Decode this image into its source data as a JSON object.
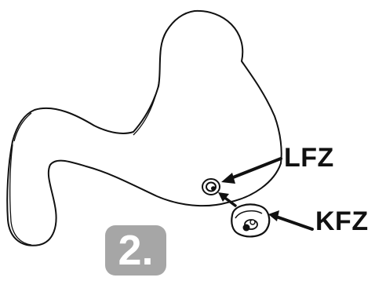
{
  "diagram": {
    "callouts": {
      "lfz": "LFZ",
      "kfz": "KFZ"
    },
    "step": "2.",
    "colors": {
      "line": "#111111",
      "badge": "#a6a6a6",
      "step_text": "#ffffff",
      "background": "#ffffff"
    },
    "icons": {
      "part_body": "earpiece-outline",
      "small_part": "round-insert",
      "large_part": "oval-filter-cap"
    }
  }
}
